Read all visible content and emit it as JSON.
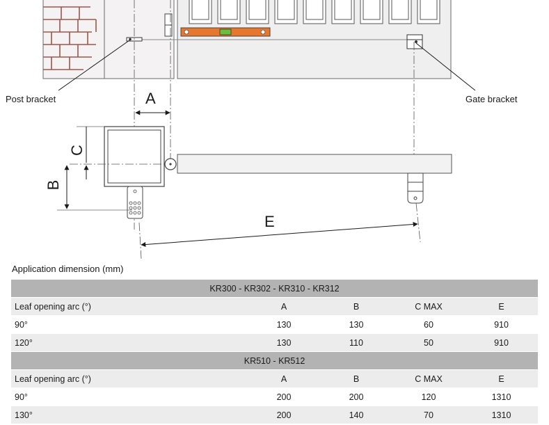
{
  "diagram": {
    "labels": {
      "post_bracket": "Post bracket",
      "gate_bracket": "Gate bracket",
      "dim_a": "A",
      "dim_b": "B",
      "dim_c": "C",
      "dim_e": "E"
    },
    "colors": {
      "level_orange": "#e8772e",
      "level_green": "#6bbf3a",
      "brick_red": "#a0554a",
      "wall_fill": "#f4f2f2",
      "gate_fill": "#efefef"
    }
  },
  "table": {
    "title": "Application dimension (mm)",
    "groups": [
      {
        "name": "KR300 - KR302 - KR310 - KR312",
        "headers": [
          "Leaf opening arc (°)",
          "A",
          "B",
          "C MAX",
          "E"
        ],
        "rows": [
          [
            "90°",
            "130",
            "130",
            "60",
            "910"
          ],
          [
            "120°",
            "130",
            "110",
            "50",
            "910"
          ]
        ]
      },
      {
        "name": "KR510 - KR512",
        "headers": [
          "Leaf opening arc (°)",
          "A",
          "B",
          "C MAX",
          "E"
        ],
        "rows": [
          [
            "90°",
            "200",
            "200",
            "120",
            "1310"
          ],
          [
            "130°",
            "200",
            "140",
            "70",
            "1310"
          ]
        ]
      }
    ]
  }
}
